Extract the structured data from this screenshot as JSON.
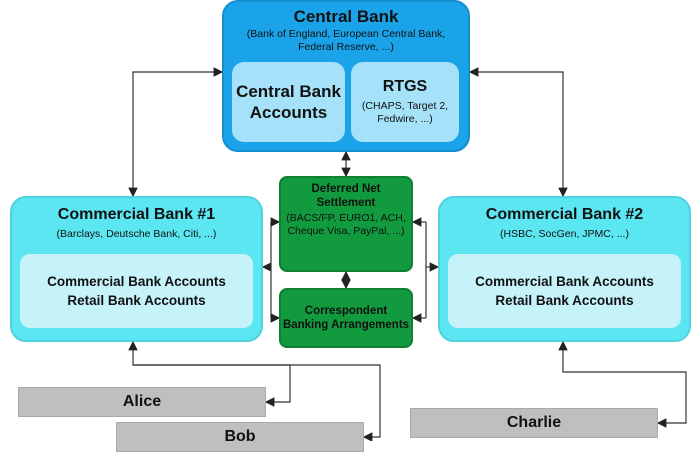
{
  "central_bank": {
    "title": "Central Bank",
    "subtitle": "(Bank of England, European Central Bank, Federal Reserve, ...)",
    "accounts_label": "Central Bank Accounts",
    "rtgs_title": "RTGS",
    "rtgs_subtitle": "(CHAPS, Target 2, Fedwire, ...)",
    "color": "#1aa3e8",
    "inner_color": "#a5e1f8"
  },
  "commercial_bank_1": {
    "title": "Commercial Bank #1",
    "subtitle": "(Barclays, Deutsche Bank, Citi, ...)",
    "accounts_line1": "Commercial Bank Accounts",
    "accounts_line2": "Retail Bank Accounts"
  },
  "commercial_bank_2": {
    "title": "Commercial Bank #2",
    "subtitle": "(HSBC, SocGen, JPMC, ...)",
    "accounts_line1": "Commercial Bank Accounts",
    "accounts_line2": "Retail Bank Accounts"
  },
  "commercial_color": "#5ce6f2",
  "deferred_net_settlement": {
    "title": "Deferred Net Settlement",
    "subtitle": "(BACS/FP, EURO1, ACH, Cheque Visa, PayPal, ...)",
    "color": "#129a3e"
  },
  "correspondent_banking": {
    "title": "Correspondent Banking Arrangements"
  },
  "people": {
    "alice": "Alice",
    "bob": "Bob",
    "charlie": "Charlie",
    "color": "#bfbfbf"
  }
}
